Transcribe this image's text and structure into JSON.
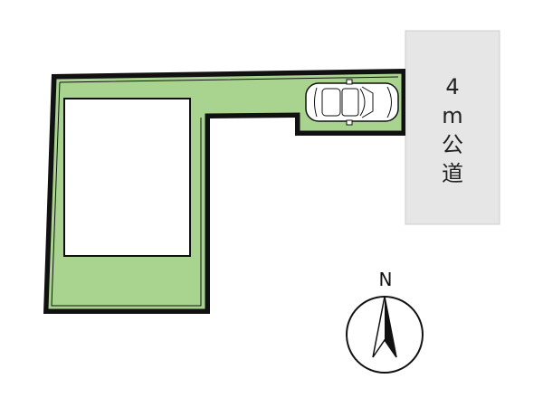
{
  "road": {
    "width_label": "4",
    "unit_label": "m",
    "type_char_1": "公",
    "type_char_2": "道"
  },
  "compass": {
    "north_label": "N"
  },
  "colors": {
    "lot_fill": "#a9d48f",
    "outline": "#111111",
    "road_fill": "#e6e6e6",
    "building_fill": "#ffffff"
  }
}
